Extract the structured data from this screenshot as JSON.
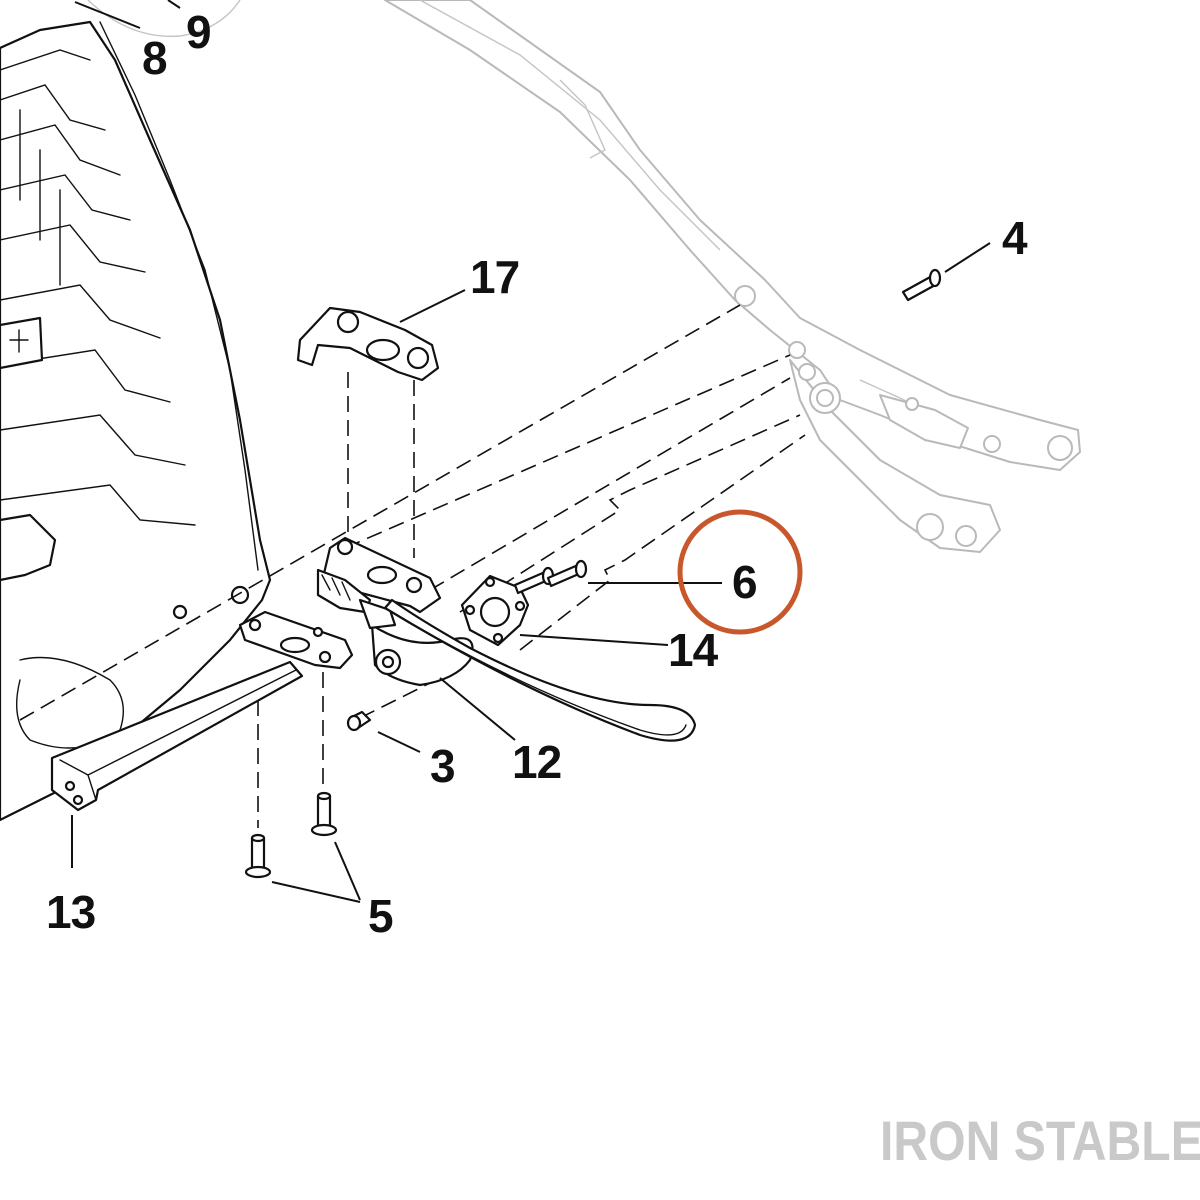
{
  "callouts": {
    "c4": "4",
    "c17": "17",
    "c8": "8",
    "c9": "9",
    "c6": "6",
    "c14": "14",
    "c3": "3",
    "c12": "12",
    "c13": "13",
    "c5": "5"
  },
  "highlight": {
    "callout": "6",
    "color": "#c8582b"
  },
  "brand": {
    "text": "IRON STABLE",
    "color": "#c9c9c9"
  }
}
